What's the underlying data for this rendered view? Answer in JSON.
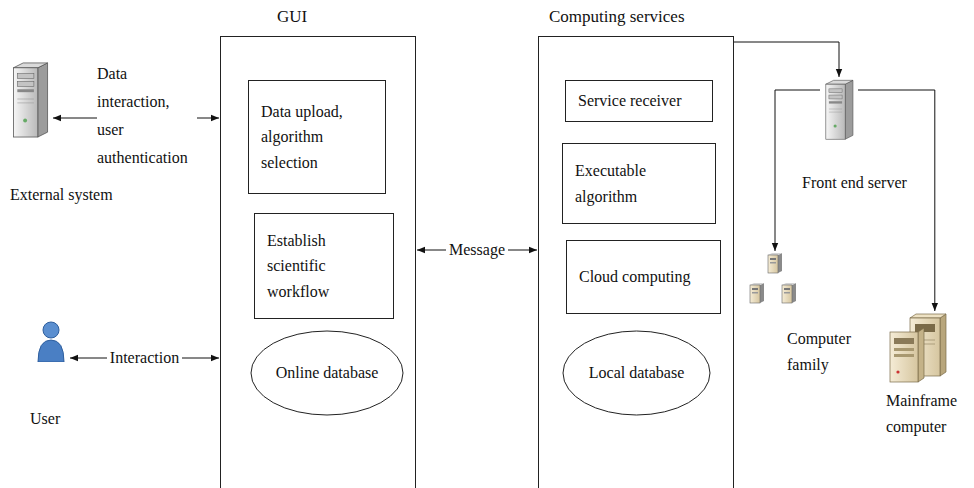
{
  "diagram": {
    "nodes": [
      {
        "text": [
          "External system"
        ]
      },
      {
        "text": [
          "GUI"
        ]
      },
      {
        "text": [
          "Data upload, algorithm selection"
        ],
        "in": 1
      },
      {
        "text": [
          "Establish scientific workflow"
        ],
        "in": 1
      },
      {
        "text": [
          "Online database"
        ],
        "in": 1
      },
      {
        "text": [
          "User"
        ]
      },
      {
        "text": [
          "Computing services"
        ]
      },
      {
        "text": [
          "Service receiver"
        ],
        "in": 6
      },
      {
        "text": [
          "Executable algorithm"
        ],
        "in": 6
      },
      {
        "text": [
          "Cloud computing"
        ],
        "in": 6
      },
      {
        "text": [
          "Local database"
        ],
        "in": 6
      },
      {
        "text": [
          "Front end server"
        ]
      },
      {
        "text": [
          "Computer family"
        ]
      },
      {
        "text": [
          "Mainframe computer"
        ]
      }
    ],
    "edges": [
      {
        "from": 0,
        "to": 1,
        "arrow": "both",
        "label": "Data interaction, user authentication"
      },
      {
        "from": 5,
        "to": 1,
        "arrow": "both",
        "label": "Interaction"
      },
      {
        "from": 1,
        "to": 6,
        "arrow": "both",
        "label": "Message"
      },
      {
        "from": 6,
        "to": 11,
        "arrow": "to"
      },
      {
        "from": 11,
        "to": 12,
        "arrow": "to"
      },
      {
        "from": 11,
        "to": 13,
        "arrow": "to"
      }
    ]
  }
}
